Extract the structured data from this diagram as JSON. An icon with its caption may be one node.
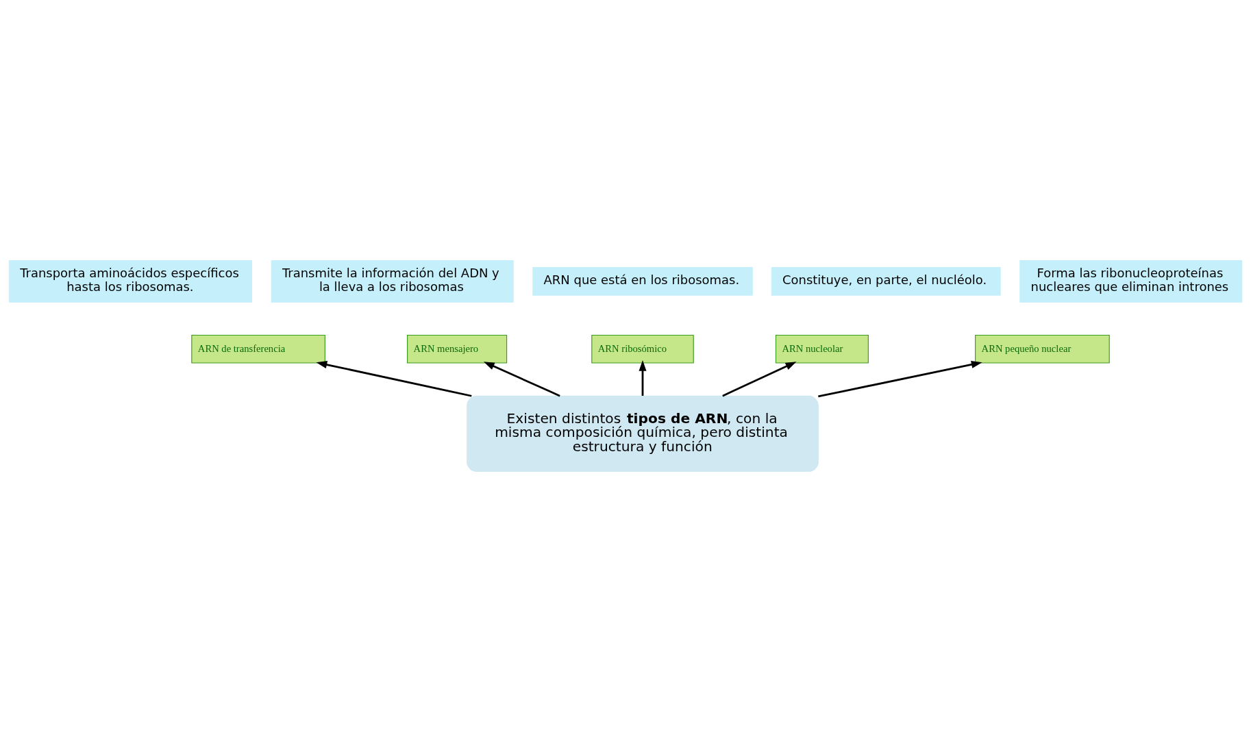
{
  "diagram": {
    "nodes": [
      {
        "text": [
          "Transporta aminoácidos específicos hasta los ribosomas."
        ]
      },
      {
        "text": [
          "Transmite la información del ADN y la lleva a los ribosomas"
        ]
      },
      {
        "text": [
          "ARN de transferencia"
        ]
      },
      {
        "text": [
          "ARN mensajero"
        ]
      },
      {
        "text": [
          "ARN ribosómico"
        ]
      },
      {
        "text": [
          "ARN que está en los ribosomas."
        ]
      },
      {
        "text": [
          "ARN nucleolar"
        ]
      },
      {
        "text": [
          "ARN pequeño nuclear"
        ]
      },
      {
        "text": [
          "Constituye, en parte, el nucléolo."
        ]
      },
      {
        "text": [
          "Forma las ribonucleoproteínas nucleares que eliminan intrones"
        ]
      },
      {
        "text": [
          "Existen distintos **tipos de ARN**, con la misma composición química, pero distinta estructura y función"
        ]
      }
    ],
    "edges": [
      {
        "from": 10,
        "to": 7,
        "arrow": "to"
      },
      {
        "from": 10,
        "to": 4,
        "arrow": "to"
      },
      {
        "from": 10,
        "to": 2,
        "arrow": "to"
      },
      {
        "from": 10,
        "to": 3,
        "arrow": "to"
      },
      {
        "from": 10,
        "to": 6,
        "arrow": "to"
      }
    ]
  }
}
